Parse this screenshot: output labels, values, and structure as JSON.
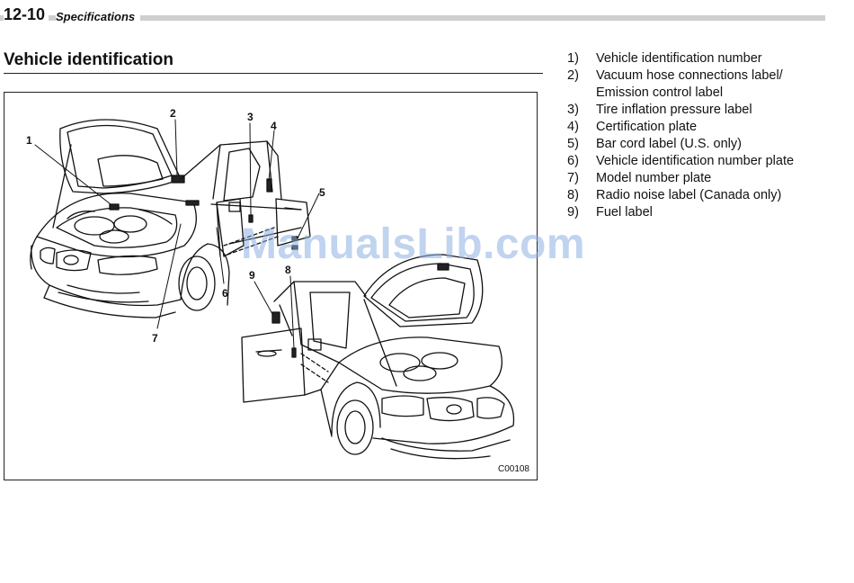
{
  "header": {
    "page_number": "12-10",
    "chapter": "Specifications"
  },
  "section": {
    "title": "Vehicle identification"
  },
  "figure": {
    "code": "C00108",
    "callouts": [
      "1",
      "2",
      "3",
      "4",
      "5",
      "6",
      "7",
      "8",
      "9"
    ]
  },
  "legend": {
    "items": [
      {
        "num": "1)",
        "text": "Vehicle identification number"
      },
      {
        "num": "2)",
        "text": "Vacuum hose connections label/ Emission control label"
      },
      {
        "num": "3)",
        "text": "Tire inflation pressure label"
      },
      {
        "num": "4)",
        "text": "Certification plate"
      },
      {
        "num": "5)",
        "text": "Bar cord label (U.S. only)"
      },
      {
        "num": "6)",
        "text": "Vehicle identification number plate"
      },
      {
        "num": "7)",
        "text": "Model number plate"
      },
      {
        "num": "8)",
        "text": "Radio noise label (Canada only)"
      },
      {
        "num": "9)",
        "text": "Fuel label"
      }
    ]
  },
  "watermark": "ManualsLib.com"
}
